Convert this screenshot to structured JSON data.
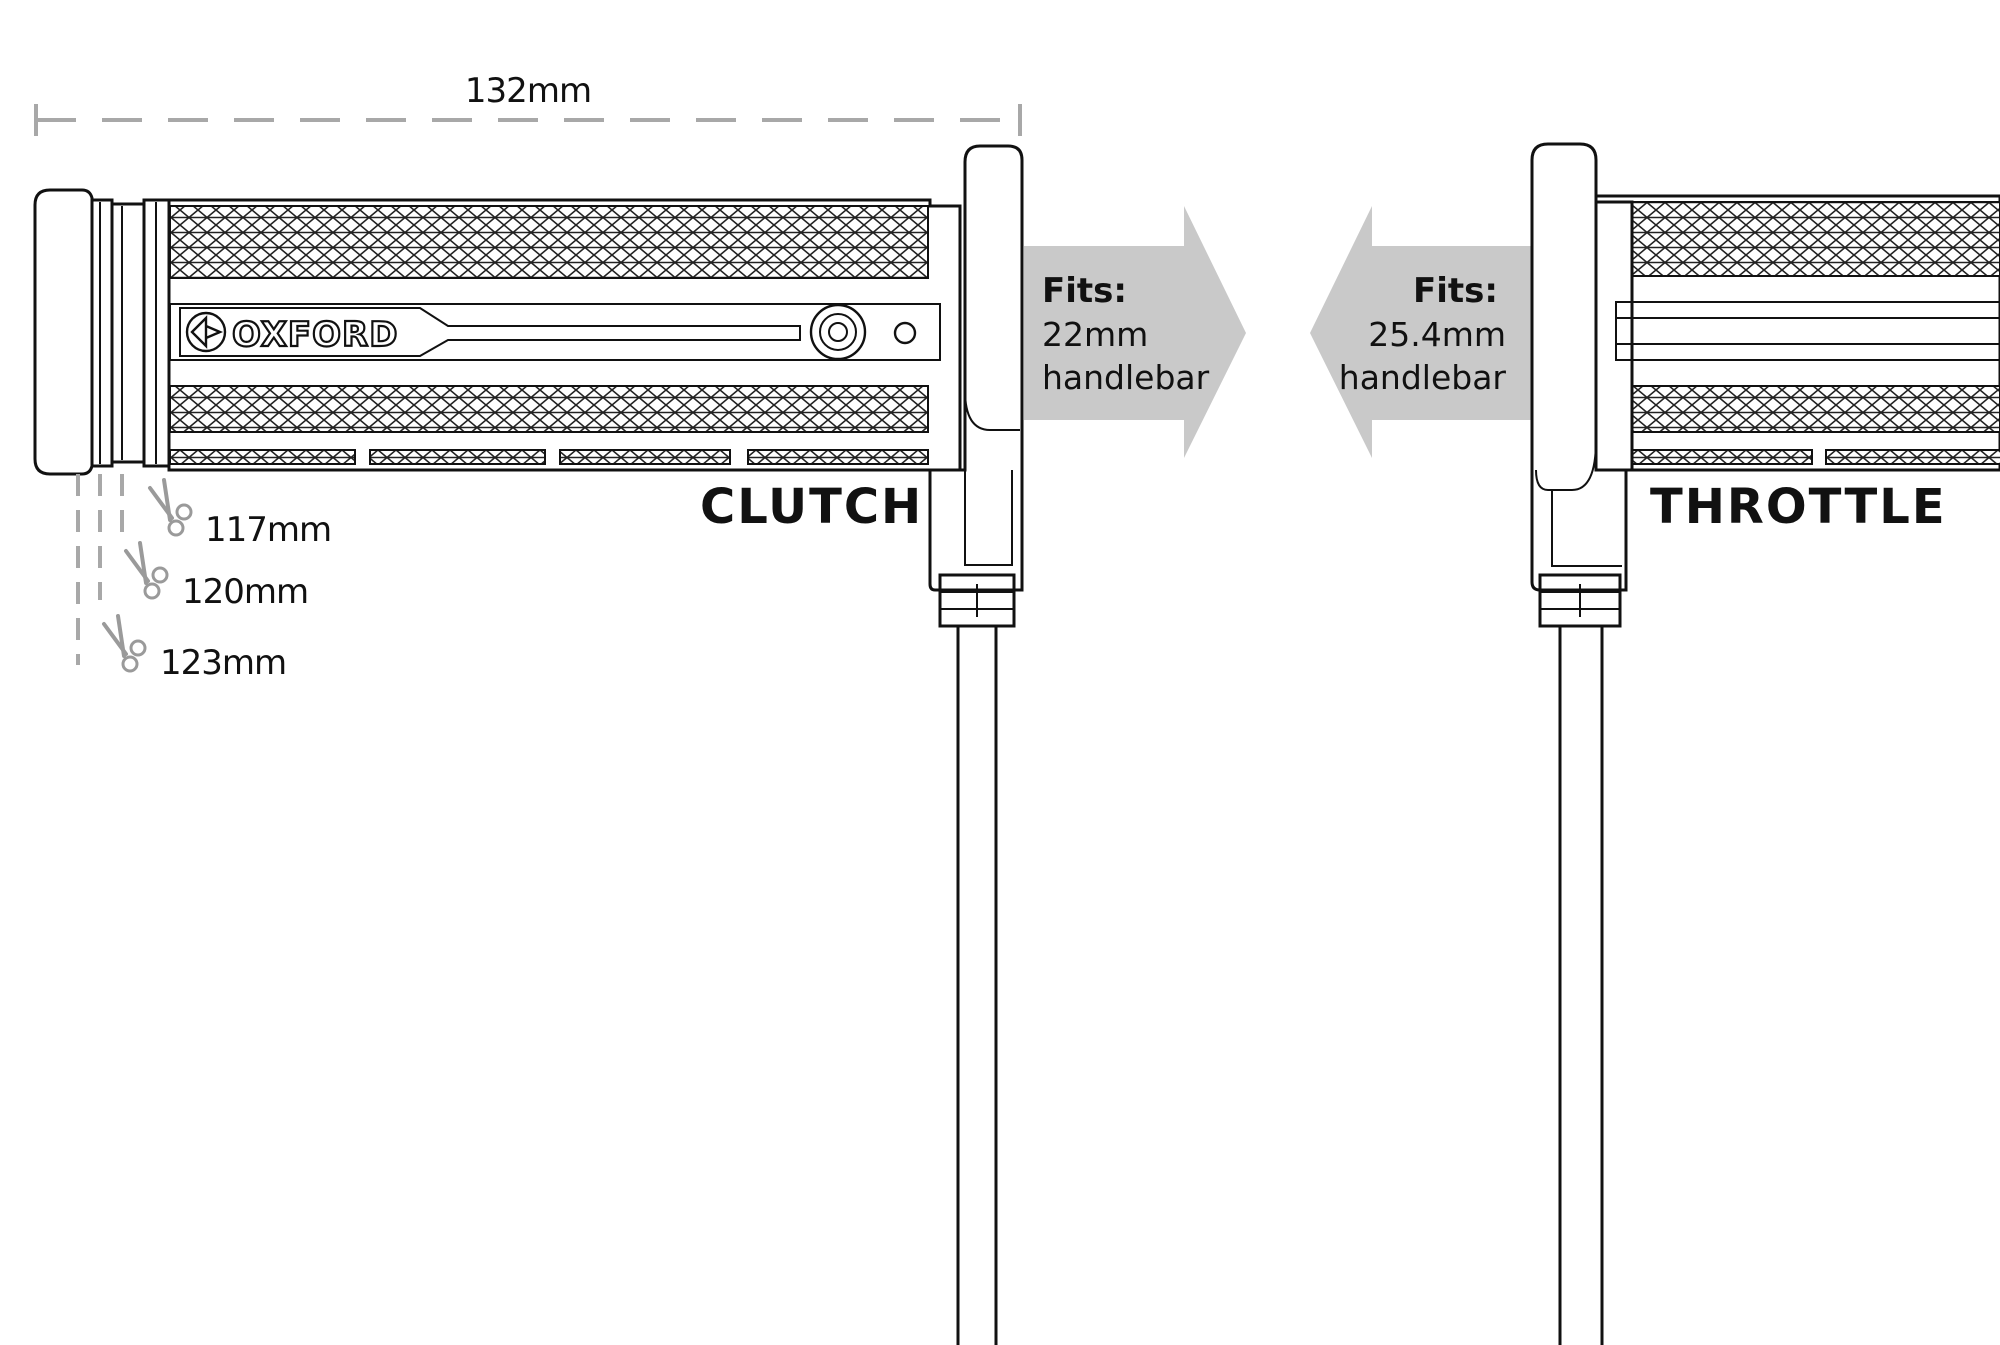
{
  "brand_name": "OXFORD",
  "overall_length": "132mm",
  "cut_lengths": [
    "117mm",
    "120mm",
    "123mm"
  ],
  "clutch": {
    "label": "CLUTCH",
    "fits_heading": "Fits:",
    "fits_size": "22mm",
    "fits_text": "handlebar"
  },
  "throttle": {
    "label": "THROTTLE",
    "fits_heading": "Fits:",
    "fits_size": "25.4mm",
    "fits_text": "handlebar"
  },
  "colors": {
    "line": "#111111",
    "arrow": "#c9c9c9",
    "dimension": "#a8a8a8"
  },
  "icons": [
    "scissors-icon",
    "oxford-logo-icon"
  ]
}
